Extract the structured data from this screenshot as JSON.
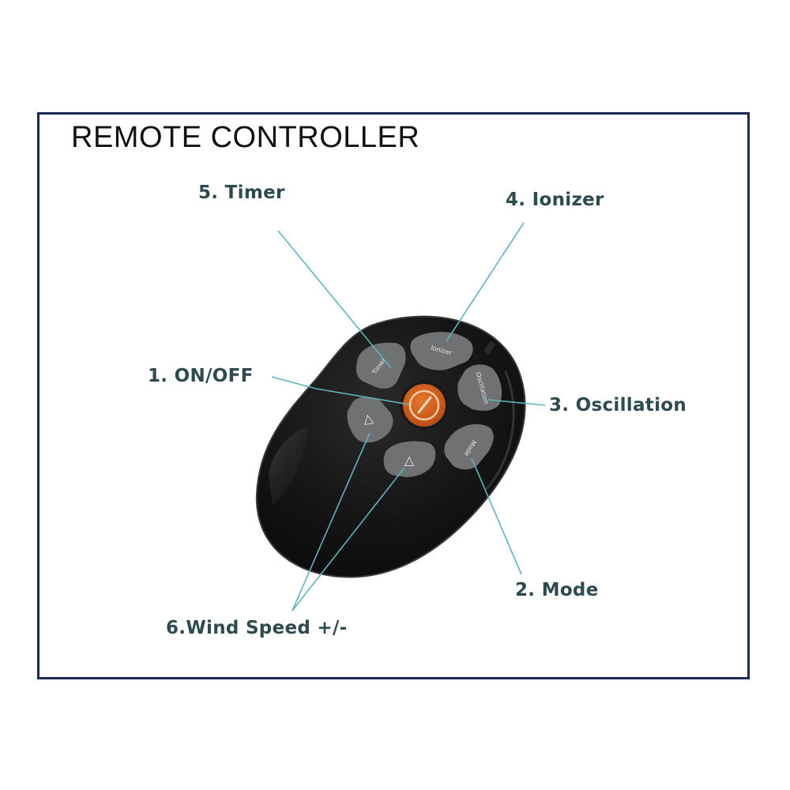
{
  "title": "REMOTE CONTROLLER",
  "colors": {
    "frame_border": "#1c2a57",
    "label_text": "#2d4a4f",
    "leader_line": "#5fb3bd",
    "remote_body": "#111111",
    "button_gray": "#6e6f71",
    "power_orange": "#d9621f"
  },
  "callouts": [
    {
      "id": "on-off",
      "number": "1",
      "label": "1. ON/OFF",
      "target": "power-button"
    },
    {
      "id": "mode",
      "number": "2",
      "label": "2. Mode",
      "target": "mode-button"
    },
    {
      "id": "oscillation",
      "number": "3",
      "label": "3. Oscillation",
      "target": "oscillation-button"
    },
    {
      "id": "ionizer",
      "number": "4",
      "label": "4. Ionizer",
      "target": "ionizer-button"
    },
    {
      "id": "timer",
      "number": "5",
      "label": "5. Timer",
      "target": "timer-button"
    },
    {
      "id": "wind-speed",
      "number": "6",
      "label": "6.Wind Speed +/-",
      "target": [
        "speed-up-button",
        "speed-down-button"
      ]
    }
  ],
  "remote_buttons": {
    "timer": "Timer",
    "ionizer": "Ionizer",
    "oscillation": "Oscillation",
    "mode": "Mode",
    "speed_minus": "△",
    "speed_plus": "△",
    "power": "/"
  }
}
